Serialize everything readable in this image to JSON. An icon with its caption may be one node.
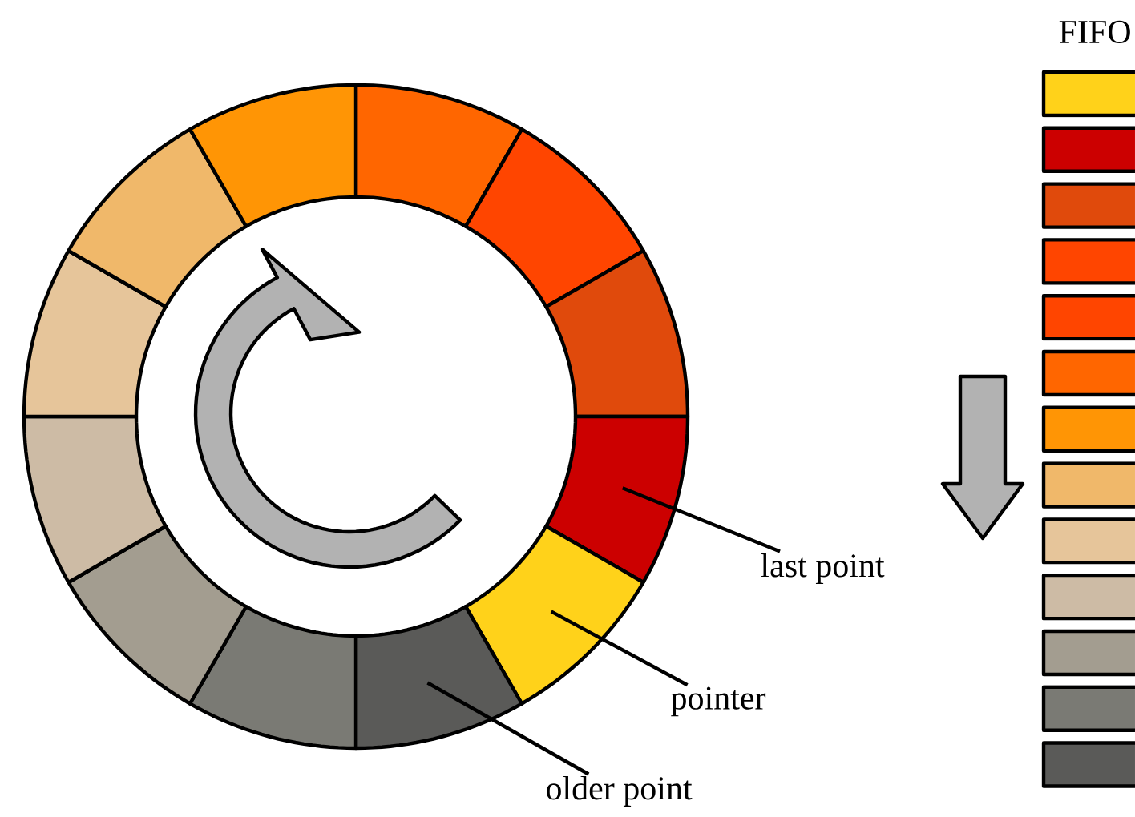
{
  "diagram": {
    "nodes": [
      {
        "text": [],
        "shape": "arc"
      },
      {
        "text": [],
        "shape": "arc"
      },
      {
        "text": [],
        "shape": "arc"
      },
      {
        "text": [],
        "shape": "arc"
      },
      {
        "text": [],
        "shape": "arc"
      },
      {
        "text": [],
        "shape": "arc"
      },
      {
        "text": [],
        "shape": "arc"
      },
      {
        "text": [],
        "shape": "arc"
      },
      {
        "text": [],
        "shape": "arc"
      },
      {
        "text": [],
        "shape": "arc"
      },
      {
        "text": [],
        "shape": "arc"
      },
      {
        "text": [],
        "shape": "arc"
      },
      {
        "text": [],
        "shape": "bar"
      },
      {
        "text": [],
        "shape": "bar"
      },
      {
        "text": [],
        "shape": "bar"
      },
      {
        "text": [],
        "shape": "bar"
      },
      {
        "text": [],
        "shape": "bar"
      },
      {
        "text": [],
        "shape": "bar"
      },
      {
        "text": [],
        "shape": "bar"
      },
      {
        "text": [],
        "shape": "bar"
      },
      {
        "text": [],
        "shape": "bar"
      },
      {
        "text": [],
        "shape": "bar"
      },
      {
        "text": [],
        "shape": "bar"
      },
      {
        "text": [],
        "shape": "bar"
      },
      {
        "text": [],
        "shape": "bar"
      },
      {
        "text": [
          "last point"
        ]
      },
      {
        "text": [
          "pointer"
        ]
      },
      {
        "text": [
          "older point"
        ]
      }
    ],
    "edges": [
      {
        "from": 25,
        "to": 3,
        "arrow": "none"
      },
      {
        "from": 26,
        "to": 4,
        "arrow": "none"
      },
      {
        "from": 27,
        "to": 5,
        "arrow": "none"
      }
    ],
    "labels": [
      "FIFO"
    ]
  }
}
